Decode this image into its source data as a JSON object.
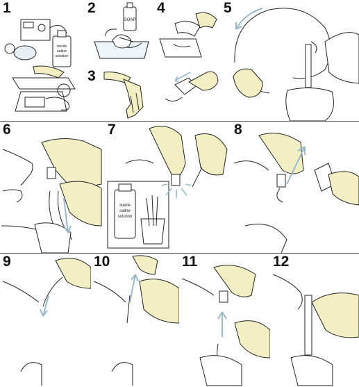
{
  "steps": [
    "1",
    "2",
    "3",
    "4",
    "5",
    "6",
    "7",
    "8",
    "9",
    "10",
    "11",
    "12"
  ],
  "labels": {
    "soap": "SOAP",
    "bottle_line1": "sterile",
    "bottle_line2": "saline",
    "bottle_line3": "solution"
  },
  "colors": {
    "line": "#222222",
    "glove": "#f3efc4",
    "glove_dark": "#e4dfa2",
    "arrow": "#9ab8cc",
    "divider": "#555555"
  }
}
